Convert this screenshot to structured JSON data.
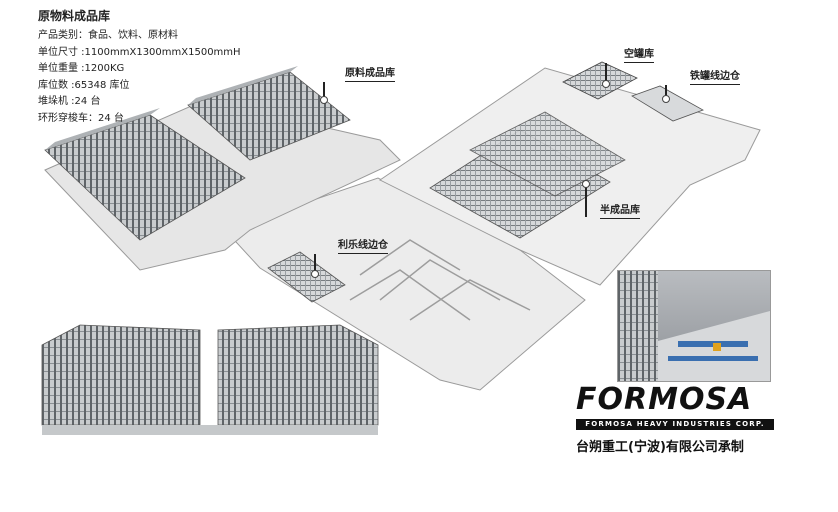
{
  "spec": {
    "title": "原物料成品库",
    "lines": [
      "产品类别：食品、饮料、原材料",
      "单位尺寸 :1100mmX1300mmX1500mmH",
      "单位重量 :1200KG",
      "库位数 :65348 库位",
      "堆垛机 :24 台",
      "环形穿梭车：24 台"
    ]
  },
  "labels": {
    "raw_warehouse": "原料成品库",
    "empty_can": "空罐库",
    "iron_can_side": "铁罐线边仓",
    "semi_finished": "半成品库",
    "lile_side": "利乐线边仓"
  },
  "brand": {
    "logo": "FORMOSA",
    "logo_sub": "FORMOSA HEAVY INDUSTRIES CORP.",
    "company": "台朔重工(宁波)有限公司承制"
  }
}
